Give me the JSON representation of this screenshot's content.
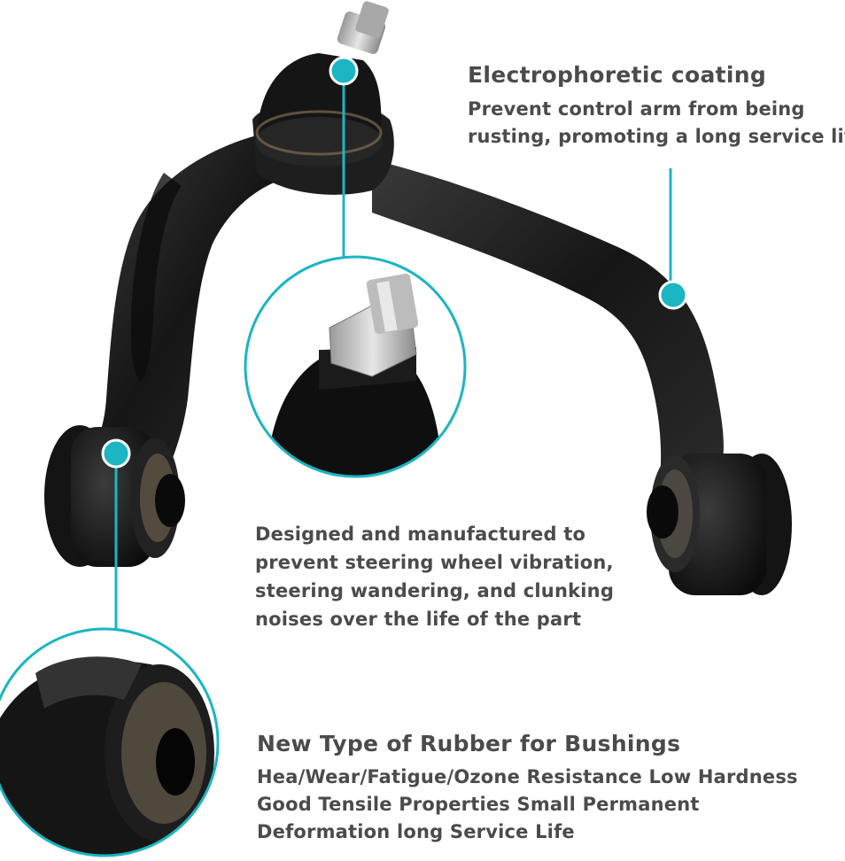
{
  "colors": {
    "accent": "#1bb5c3",
    "metal_dark": "#1b1b1b",
    "text": "#4b4b4b"
  },
  "callouts": {
    "coating": {
      "title": "Electrophoretic coating",
      "line1": "Prevent control arm from being",
      "line2": "rusting, promoting a long service life"
    },
    "design": {
      "line1": "Designed and manufactured to",
      "line2": "prevent steering wheel vibration,",
      "line3": "steering wandering, and clunking",
      "line4": "noises over the life of the part"
    },
    "rubber": {
      "title": "New Type of Rubber for Bushings",
      "line1": "Hea/Wear/Fatigue/Ozone Resistance  Low Hardness",
      "line2": "Good Tensile Properties    Small Permanent",
      "line3": "Deformation  long Service Life"
    }
  }
}
